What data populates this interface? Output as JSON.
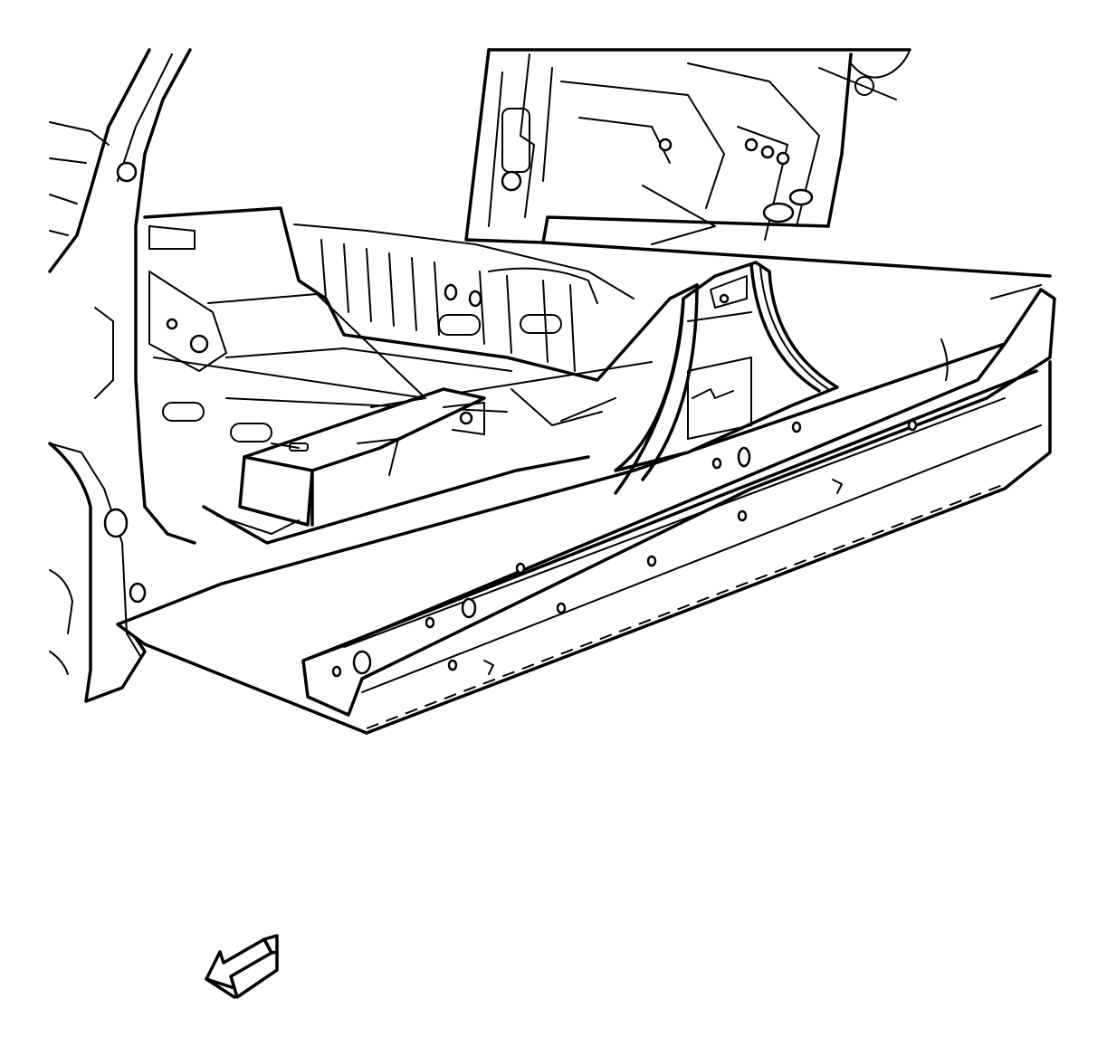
{
  "diagram": {
    "parts": [
      {
        "id": "rocker-panel",
        "icon": "rocker-panel-outline"
      },
      {
        "id": "center-pillar",
        "icon": "center-pillar-outline"
      },
      {
        "id": "front-hinge-pillar",
        "icon": "hinge-pillar-outline"
      },
      {
        "id": "floor-pan",
        "icon": "floor-pan-outline"
      },
      {
        "id": "rear-body-section",
        "icon": "rear-body-outline"
      },
      {
        "id": "seat-crossmember",
        "icon": "crossmember-outline"
      }
    ],
    "orientation_arrow": {
      "icon": "front-direction-arrow-icon",
      "direction": "down-left"
    },
    "colors": {
      "line": "#000000",
      "background": "#ffffff"
    }
  }
}
